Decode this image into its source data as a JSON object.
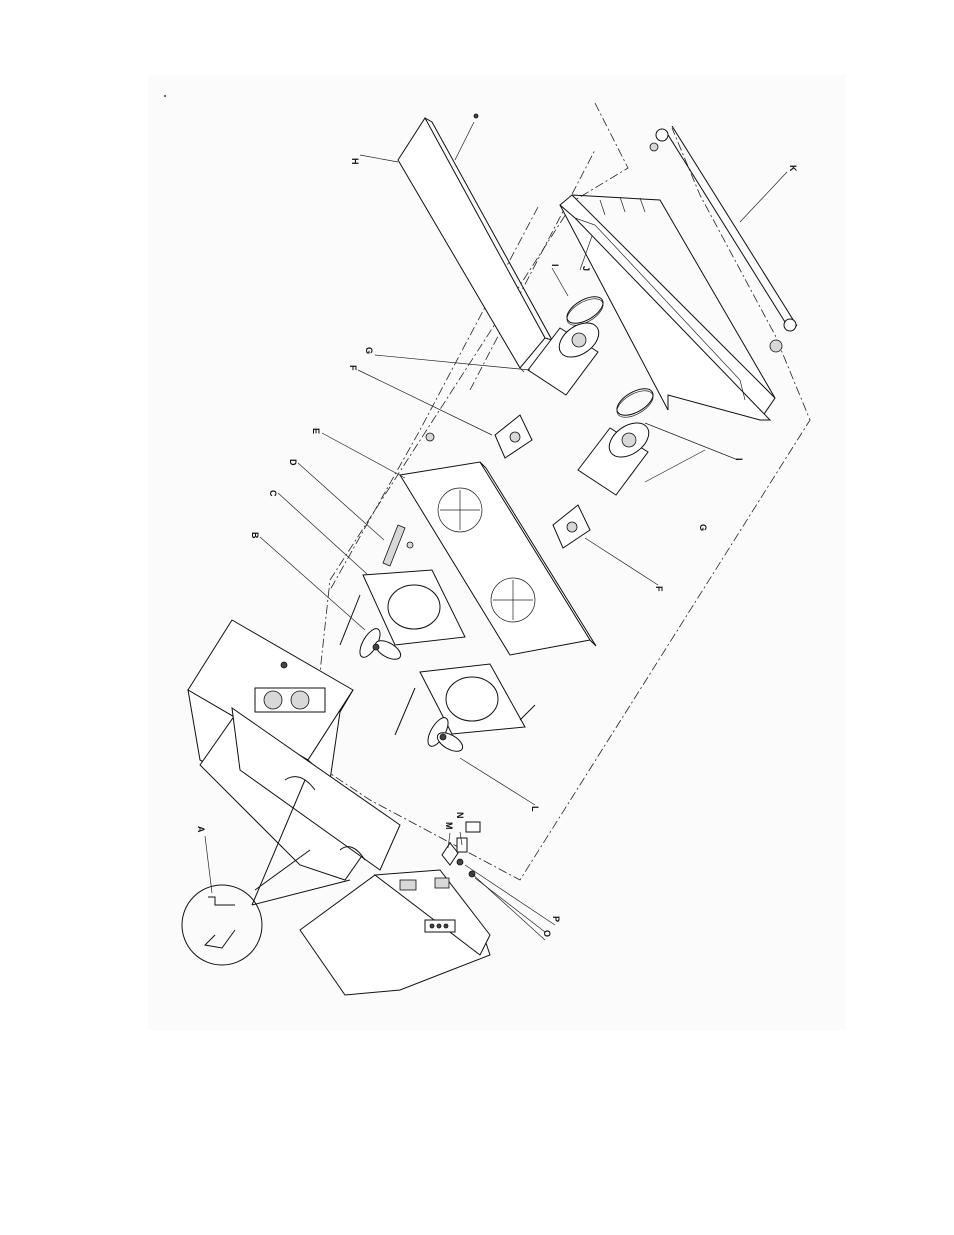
{
  "figure": {
    "callouts": {
      "A": "A",
      "B": "B",
      "C": "C",
      "D": "D",
      "E": "E",
      "F1": "F",
      "F2": "F",
      "G1": "G",
      "G2": "G",
      "H": "H",
      "I1": "I",
      "I2": "I",
      "J": "J",
      "K": "K",
      "L": "L",
      "M": "M",
      "N": "N",
      "O": "O",
      "P": "P"
    }
  }
}
